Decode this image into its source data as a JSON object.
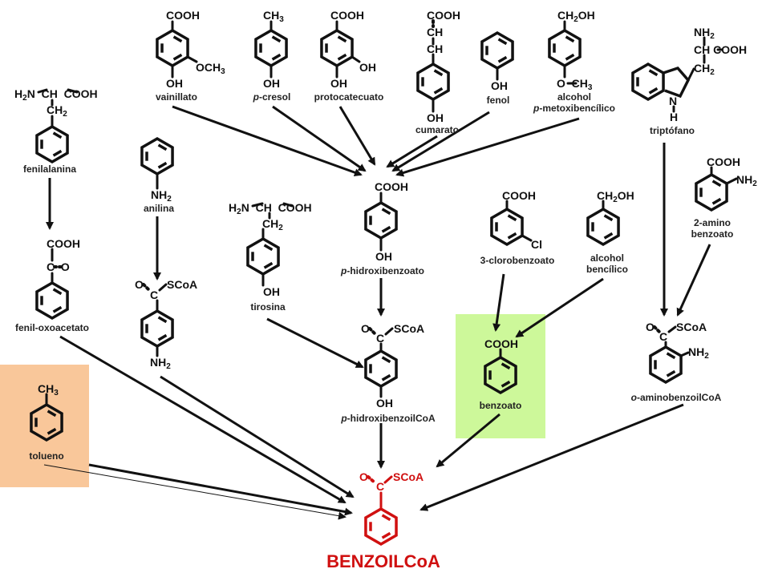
{
  "colors": {
    "toluene_box": "#f9c79a",
    "benzoate_box": "#cdf89a",
    "product": "#d01010",
    "bond": "#111111"
  },
  "groups": {
    "COOH": "COOH",
    "OH": "OH",
    "OCH3": "OCH",
    "CH3": "CH",
    "CH2OH_a": "CH",
    "CH2OH_b": "OH",
    "O": "O",
    "SCoA": "SCoA",
    "C": "C",
    "CH": "CH",
    "CH2": "CH",
    "H2N": "H",
    "H2N_N": "N",
    "NH2_N": "NH",
    "N": "N",
    "H": "H",
    "Cl": "Cl",
    "sub2": "2",
    "sub3": "3"
  },
  "compounds": {
    "vanillate": "vainillato",
    "pcresol_italic": "p",
    "pcresol_rest": "-cresol",
    "protocatechuate": "protocatecuato",
    "cumarate": "cumarato",
    "phenol": "fenol",
    "pmethoxybenzyl_line1": "alcohol",
    "pmethoxybenzyl_italic": "p",
    "pmethoxybenzyl_rest": "-metoxibencílico",
    "tryptophan": "triptófano",
    "phenylalanine": "fenilalanina",
    "aniline": "anilina",
    "phydroxybenzoate_italic": "p",
    "phydroxybenzoate_rest": "-hidroxibenzoato",
    "chlorobenzoate": "3-clorobenzoato",
    "benzyl_line1": "alcohol",
    "benzyl_line2": "bencílico",
    "aminobenzoate_line1": "2-amino",
    "aminobenzoate_line2": "benzoato",
    "phenyloxoacetate": "fenil-oxoacetato",
    "tyrosine": "tirosina",
    "phydroxybenzoylcoa_italic": "p",
    "phydroxybenzoylcoa_rest": "-hidroxibenzoilCoA",
    "benzoate": "benzoato",
    "oaminobenzoylcoa_italic": "o",
    "oaminobenzoylcoa_rest": "-aminobenzoilCoA",
    "toluene": "tolueno"
  },
  "product": {
    "title": "BENZOILCoA"
  }
}
